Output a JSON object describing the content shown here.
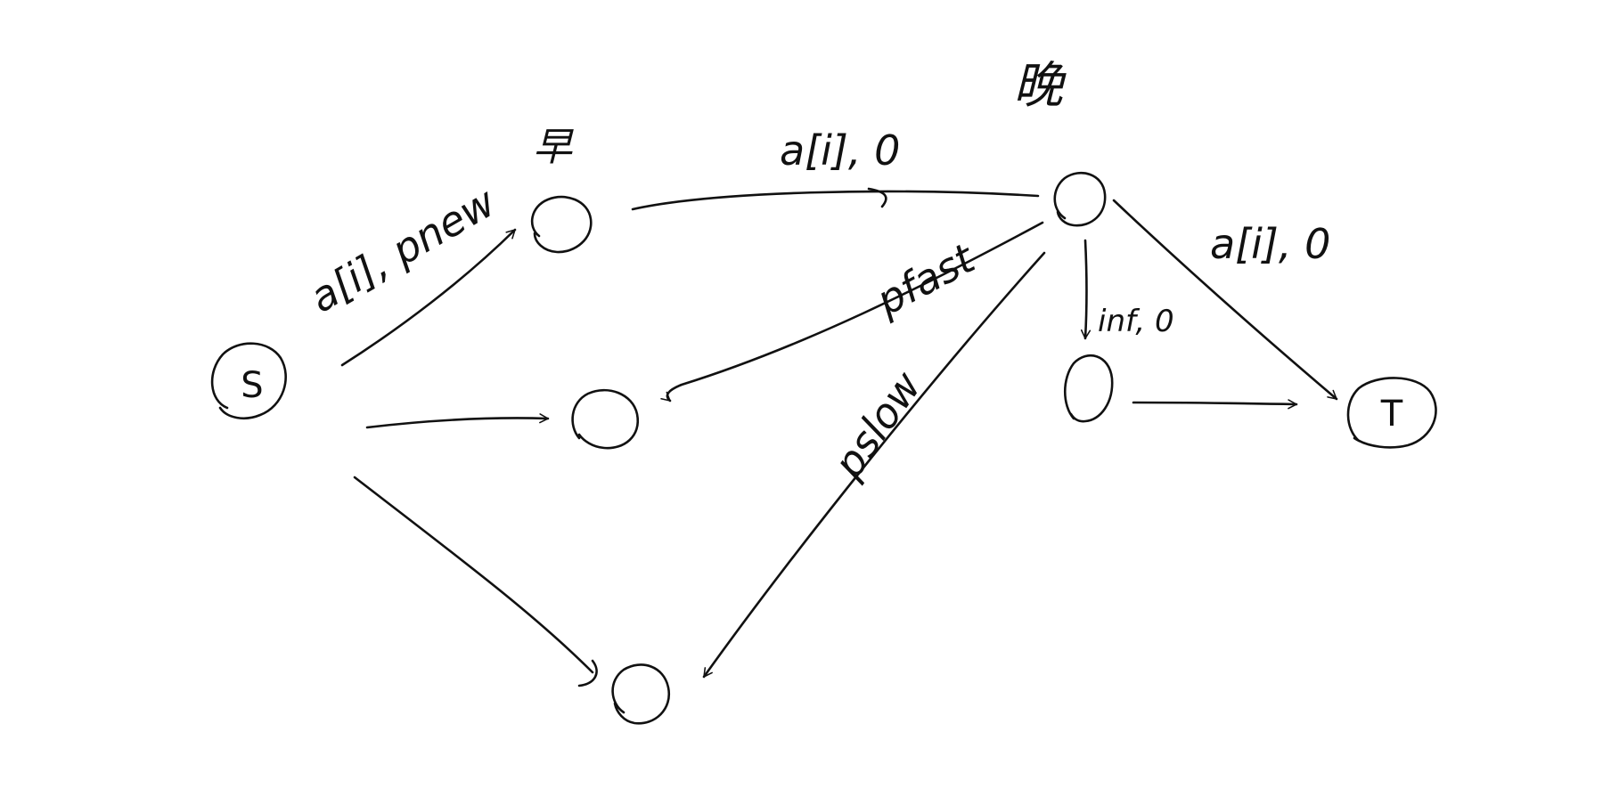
{
  "diagram": {
    "nodes": {
      "source": {
        "label": "S"
      },
      "sink": {
        "label": "T"
      },
      "morning": {
        "label": "早"
      },
      "evening": {
        "label": "晚"
      }
    },
    "edges": {
      "s_to_morning": {
        "label": "a[i], pnew"
      },
      "morning_to_evening": {
        "label": "a[i], 0"
      },
      "evening_to_sink": {
        "label": "a[i], 0"
      },
      "evening_to_mid": {
        "label": "pfast"
      },
      "evening_to_bottom": {
        "label": "pslow"
      },
      "evening_to_aux": {
        "label": "inf, 0"
      }
    },
    "colors": {
      "ink": "#111111",
      "background": "#ffffff"
    }
  }
}
